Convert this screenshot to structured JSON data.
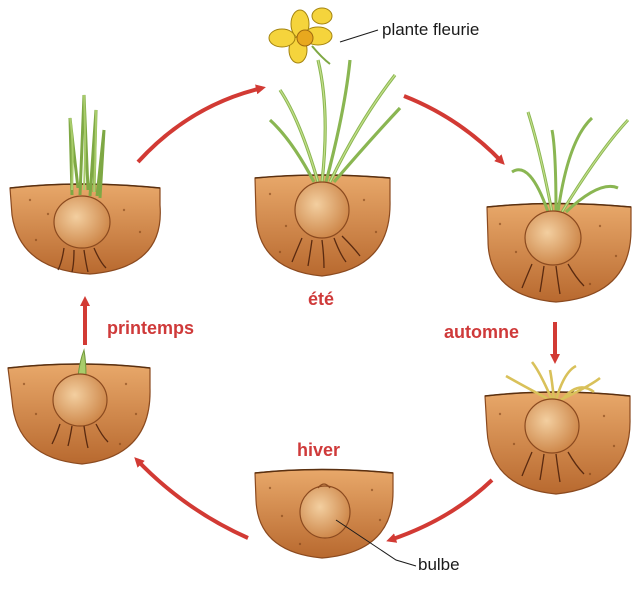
{
  "labels": {
    "ete": "été",
    "automne": "automne",
    "hiver": "hiver",
    "printemps": "printemps",
    "plante_fleurie": "plante fleurie",
    "bulbe": "bulbe"
  },
  "colors": {
    "season_label": "#cf3a3a",
    "arrow": "#d23a34",
    "soil": "#d9955a",
    "soil_dark": "#b8692f",
    "bulb": "#e8b27a",
    "leaf": "#a8cc6a",
    "flower": "#f5d43c"
  },
  "stages": [
    {
      "id": "spring-sprouted",
      "icon": "bulb-with-leaves-icon"
    },
    {
      "id": "summer-flowering",
      "icon": "daffodil-icon"
    },
    {
      "id": "autumn-leaves",
      "icon": "bulb-with-wilting-leaves-icon"
    },
    {
      "id": "late-autumn-dry",
      "icon": "bulb-with-dry-leaves-icon"
    },
    {
      "id": "winter-dormant",
      "icon": "dormant-bulb-icon"
    },
    {
      "id": "early-spring-sprout",
      "icon": "sprouting-bulb-icon"
    }
  ]
}
